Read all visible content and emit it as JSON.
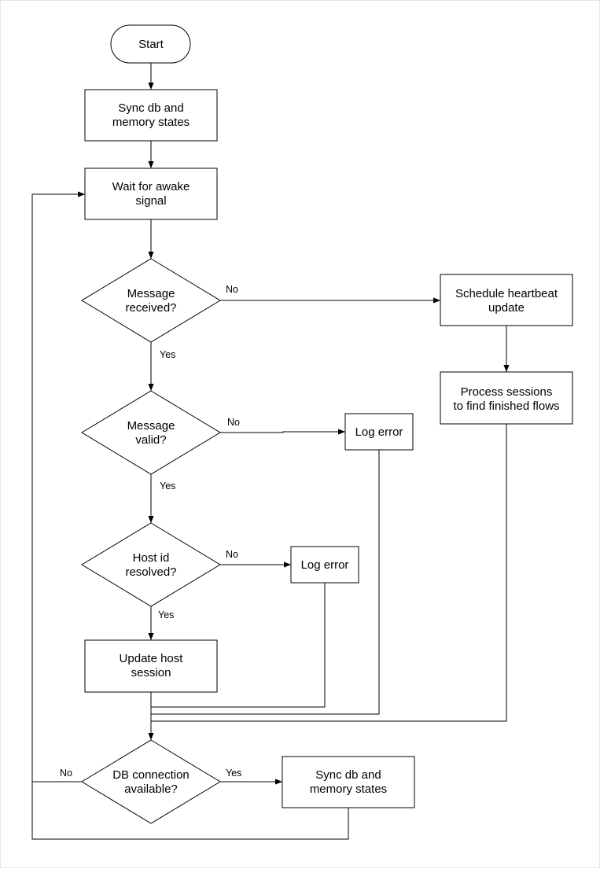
{
  "nodes": {
    "start": [
      "Start"
    ],
    "sync_top": [
      "Sync db and",
      "memory states"
    ],
    "wait": [
      "Wait for awake",
      "signal"
    ],
    "msg_received": [
      "Message",
      "received?"
    ],
    "schedule": [
      "Schedule heartbeat",
      "update"
    ],
    "process": [
      "Process sessions",
      "to find finished flows"
    ],
    "msg_valid": [
      "Message",
      "valid?"
    ],
    "log_error_1": [
      "Log error"
    ],
    "host_resolved": [
      "Host id",
      "resolved?"
    ],
    "log_error_2": [
      "Log error"
    ],
    "update_host": [
      "Update host",
      "session"
    ],
    "db_conn": [
      "DB connection",
      "available?"
    ],
    "sync_bottom": [
      "Sync db and",
      "memory states"
    ]
  },
  "edge_labels": {
    "received_no": "No",
    "received_yes": "Yes",
    "valid_no": "No",
    "valid_yes": "Yes",
    "host_no": "No",
    "host_yes": "Yes",
    "db_yes": "Yes",
    "db_no": "No"
  },
  "colors": {
    "stroke": "#000000",
    "fill": "#ffffff",
    "text": "#000000"
  }
}
